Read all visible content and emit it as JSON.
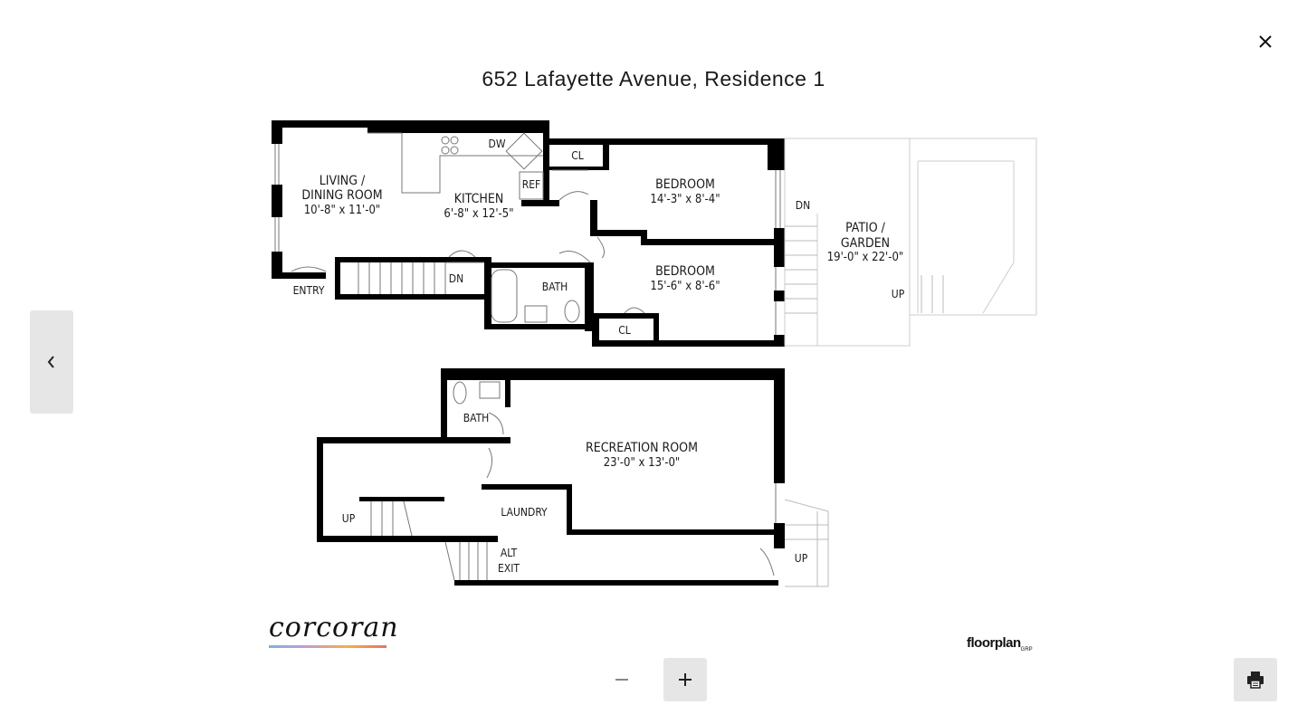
{
  "title": "652 Lafayette Avenue, Residence 1",
  "icons": {
    "close": "close-icon",
    "previous": "chevron-left-icon",
    "zoom_out": "minus-icon",
    "zoom_in": "plus-icon",
    "print": "print-icon"
  },
  "floorplan": {
    "upper_level": {
      "living": {
        "name1": "LIVING /",
        "name2": "DINING ROOM",
        "dim": "10'-8\" x 11'-0\""
      },
      "kitchen": {
        "name": "KITCHEN",
        "dim": "6'-8\" x 12'-5\""
      },
      "dw": "DW",
      "ref": "REF",
      "cl1": "CL",
      "bedroom1": {
        "name": "BEDROOM",
        "dim": "14'-3\" x 8'-4\""
      },
      "bedroom2": {
        "name": "BEDROOM",
        "dim": "15'-6\" x 8'-6\""
      },
      "cl2": "CL",
      "bath": "BATH",
      "entry": "ENTRY",
      "dn_stair": "DN",
      "dn_patio": "DN",
      "patio": {
        "name1": "PATIO /",
        "name2": "GARDEN",
        "dim": "19'-0\" x 22'-0\""
      },
      "up_patio": "UP"
    },
    "lower_level": {
      "bath": "BATH",
      "recreation": {
        "name": "RECREATION ROOM",
        "dim": "23'-0\" x 13'-0\""
      },
      "laundry": "LAUNDRY",
      "up_left": "UP",
      "alt_exit1": "ALT",
      "alt_exit2": "EXIT",
      "up_right": "UP"
    }
  },
  "logos": {
    "broker": "corcoran",
    "provider": "floorplan",
    "provider_suffix": "GRP"
  }
}
